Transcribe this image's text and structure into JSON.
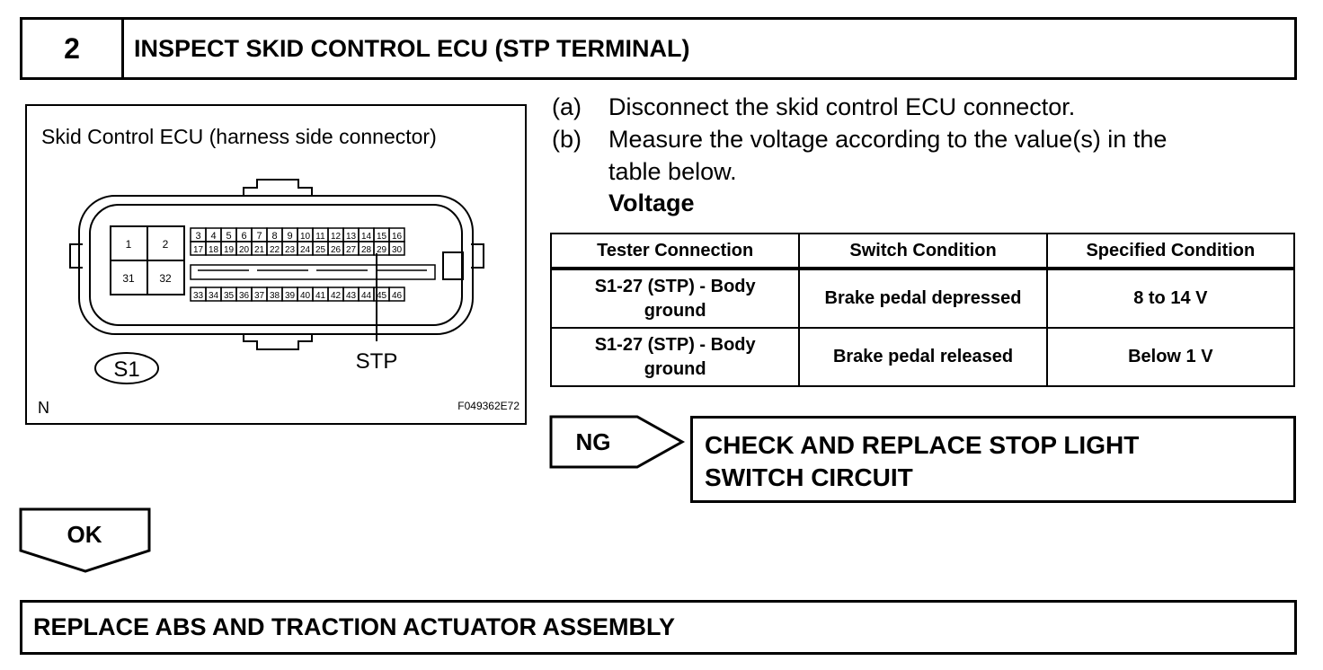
{
  "step": {
    "number": "2",
    "title": "INSPECT SKID CONTROL ECU (STP TERMINAL)"
  },
  "figure": {
    "caption": "Skid Control ECU (harness side connector)",
    "connector_id": "S1",
    "terminal_label": "STP",
    "corner_mark": "N",
    "figure_code": "F049362E72",
    "big_pins": [
      "1",
      "2",
      "31",
      "32"
    ],
    "pin_row_top": [
      "3",
      "4",
      "5",
      "6",
      "7",
      "8",
      "9",
      "10",
      "11",
      "12",
      "13",
      "14",
      "15",
      "16"
    ],
    "pin_row_mid": [
      "17",
      "18",
      "19",
      "20",
      "21",
      "22",
      "23",
      "24",
      "25",
      "26",
      "27",
      "28",
      "29",
      "30"
    ],
    "pin_row_bottom": [
      "33",
      "34",
      "35",
      "36",
      "37",
      "38",
      "39",
      "40",
      "41",
      "42",
      "43",
      "44",
      "45",
      "46"
    ]
  },
  "instructions": [
    {
      "label": "(a)",
      "text": "Disconnect the skid control ECU connector."
    },
    {
      "label": "(b)",
      "text": "Measure the voltage according to the value(s) in the",
      "text2": "table below."
    }
  ],
  "table_title": "Voltage",
  "table": {
    "headers": [
      "Tester Connection",
      "Switch Condition",
      "Specified Condition"
    ],
    "rows": [
      {
        "connection_l1": "S1-27 (STP) - Body",
        "connection_l2": "ground",
        "condition": "Brake pedal depressed",
        "specified": "8 to 14 V"
      },
      {
        "connection_l1": "S1-27 (STP) - Body",
        "connection_l2": "ground",
        "condition": "Brake pedal released",
        "specified": "Below 1 V"
      }
    ]
  },
  "ng": {
    "label": "NG",
    "result_line1": "CHECK AND REPLACE STOP LIGHT",
    "result_line2": "SWITCH CIRCUIT"
  },
  "ok": {
    "label": "OK",
    "result": "REPLACE ABS AND TRACTION ACTUATOR ASSEMBLY"
  }
}
